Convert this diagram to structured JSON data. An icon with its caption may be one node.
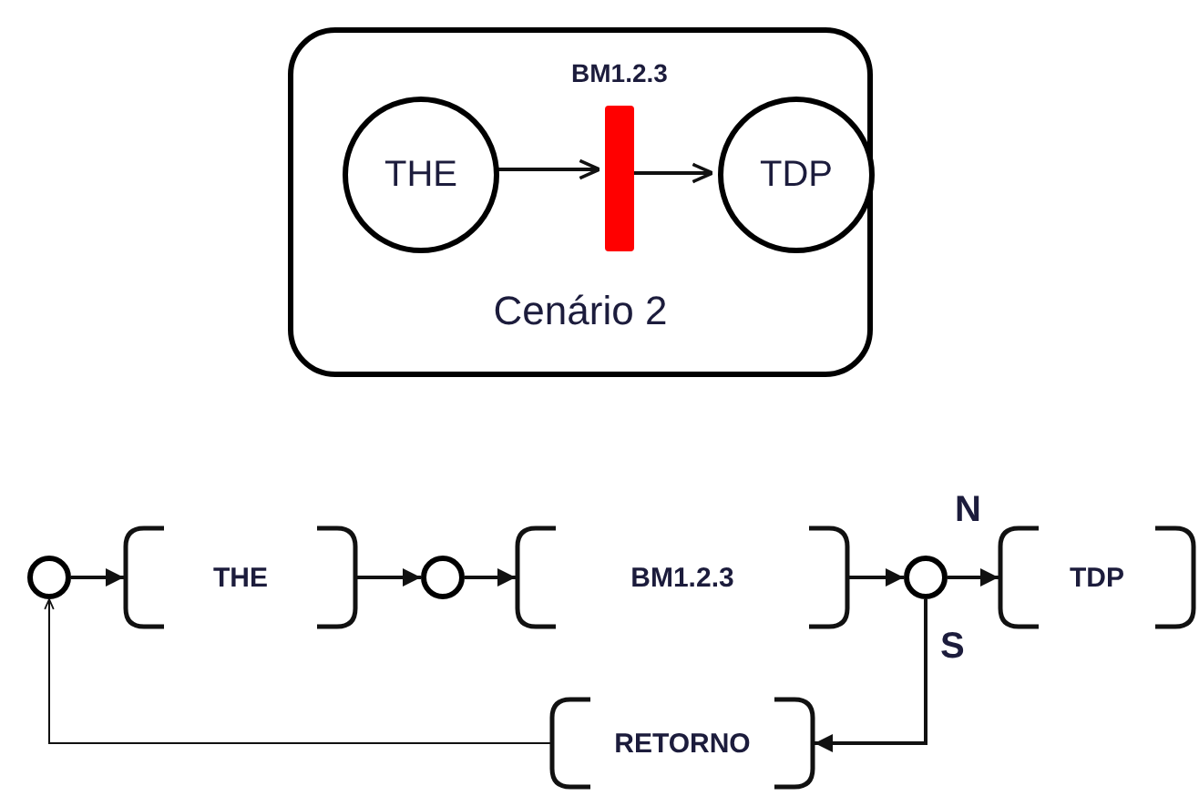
{
  "diagram": {
    "nodes": [
      {
        "text": [
          "Cenário 2"
        ]
      },
      {
        "text": [
          "THE"
        ],
        "in": 0
      },
      {
        "text": [
          "BM1.2.3"
        ],
        "in": 0
      },
      {
        "text": [
          "TDP"
        ],
        "in": 0
      },
      {
        "text": [],
        "shape": "circle"
      },
      {
        "text": [
          "THE"
        ]
      },
      {
        "text": [],
        "shape": "circle"
      },
      {
        "text": [
          "BM1.2.3"
        ]
      },
      {
        "text": [],
        "shape": "circle"
      },
      {
        "text": [
          "TDP"
        ]
      },
      {
        "text": [
          "RETORNO"
        ]
      }
    ],
    "edges": [
      {
        "from": 1,
        "to": 2,
        "arrow": "to"
      },
      {
        "from": 2,
        "to": 3,
        "arrow": "to"
      },
      {
        "from": 4,
        "to": 5,
        "arrow": "to"
      },
      {
        "from": 5,
        "to": 6,
        "arrow": "to"
      },
      {
        "from": 6,
        "to": 7,
        "arrow": "to"
      },
      {
        "from": 7,
        "to": 8,
        "arrow": "to"
      },
      {
        "from": 8,
        "to": 9,
        "arrow": "to",
        "label": "N"
      },
      {
        "from": 8,
        "to": 10,
        "arrow": "to",
        "label": "S"
      },
      {
        "from": 10,
        "to": 4,
        "arrow": "to"
      }
    ]
  }
}
